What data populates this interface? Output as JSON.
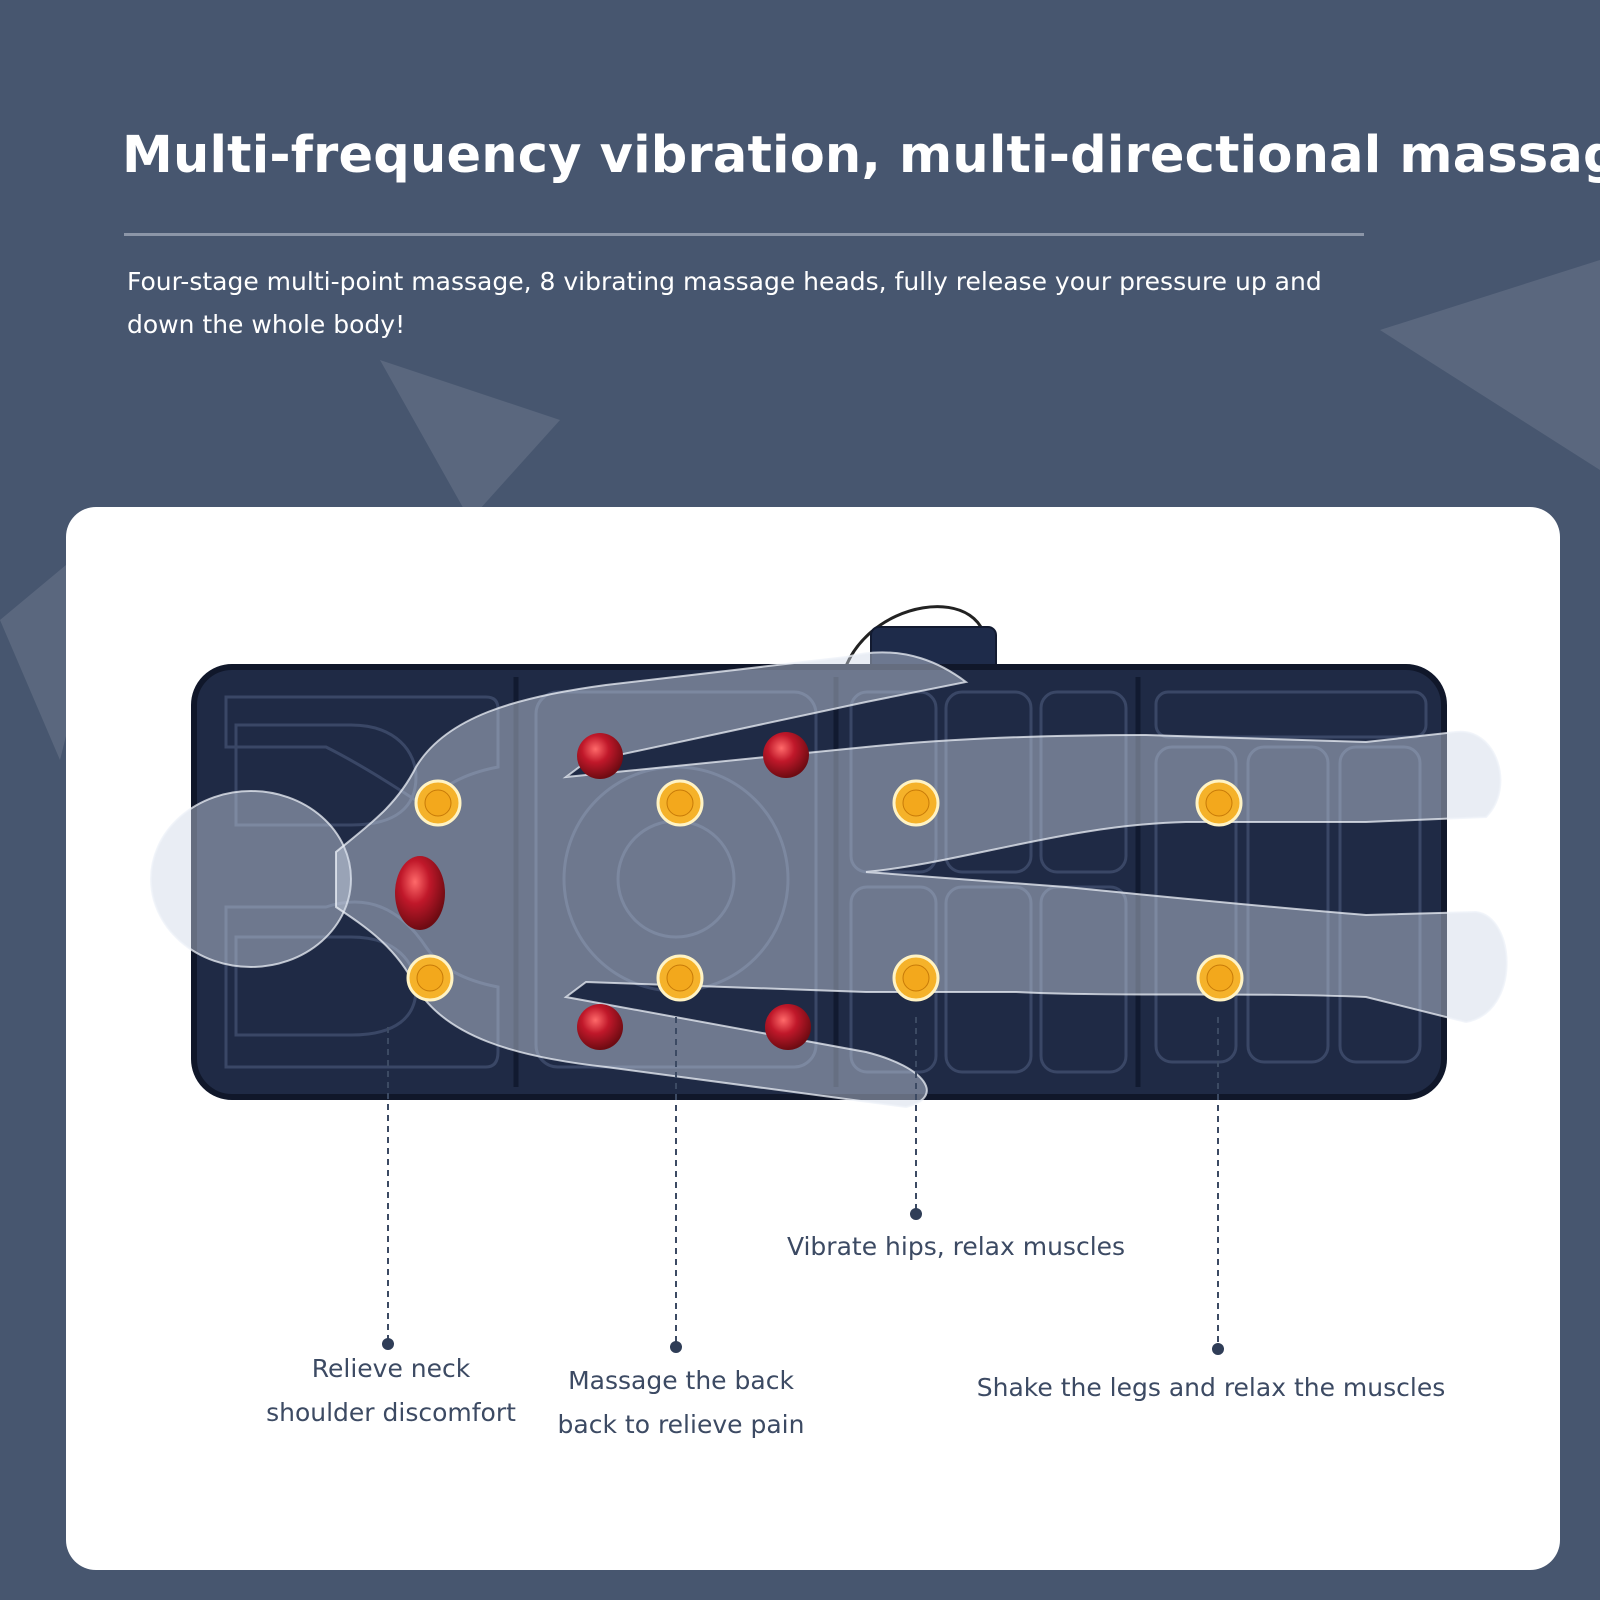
{
  "header": {
    "title": "Multi-frequency vibration, multi-directional massage",
    "subtitle": "Four-stage multi-point massage, 8 vibrating massage heads, fully release your pressure up and down the whole body!"
  },
  "callouts": {
    "neck": {
      "line1": "Relieve neck",
      "line2": "shoulder discomfort"
    },
    "back": {
      "line1": "Massage the back",
      "line2": "back to relieve pain"
    },
    "hips": {
      "line1": "Vibrate hips, relax muscles"
    },
    "legs": {
      "line1": "Shake the legs and relax the muscles"
    }
  },
  "colors": {
    "background": "#47566f",
    "card": "#ffffff",
    "mat": "#1f2a45",
    "vibration_head": "#f5b22a",
    "heat_node": "#c0182a",
    "callout_text": "#3c4a63"
  },
  "massage_heads": {
    "vibration": 8,
    "heat": 5
  }
}
